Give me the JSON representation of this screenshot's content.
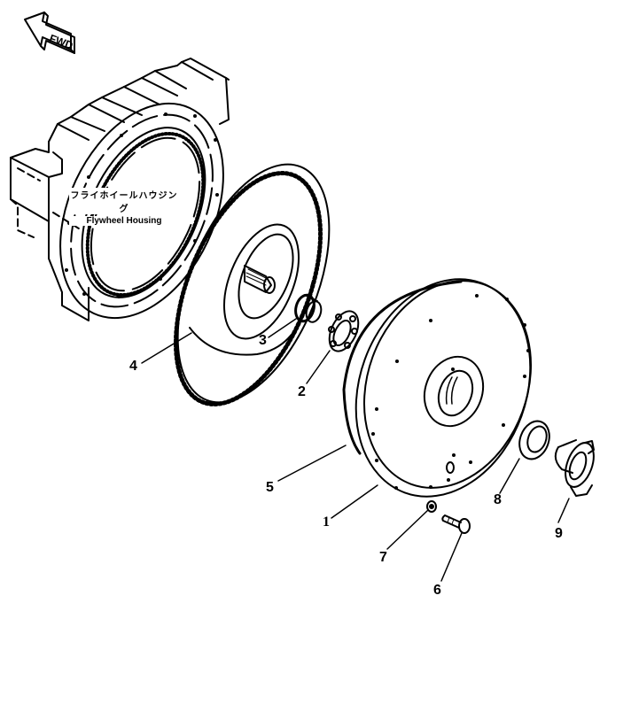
{
  "diagram": {
    "type": "exploded-parts-diagram",
    "direction_marker": {
      "label": "FWD"
    },
    "housing_label": {
      "japanese": "フライホイールハウジング",
      "english": "Flywheel Housing"
    },
    "callouts": [
      {
        "number": "1",
        "part": "flywheel-cover"
      },
      {
        "number": "2",
        "part": "bearing"
      },
      {
        "number": "3",
        "part": "bushing"
      },
      {
        "number": "4",
        "part": "flywheel-ring-gear"
      },
      {
        "number": "5",
        "part": "seal-ring"
      },
      {
        "number": "6",
        "part": "bolt"
      },
      {
        "number": "7",
        "part": "washer"
      },
      {
        "number": "8",
        "part": "oil-seal"
      },
      {
        "number": "9",
        "part": "coupling"
      }
    ],
    "colors": {
      "line": "#000000",
      "background": "#ffffff"
    }
  }
}
